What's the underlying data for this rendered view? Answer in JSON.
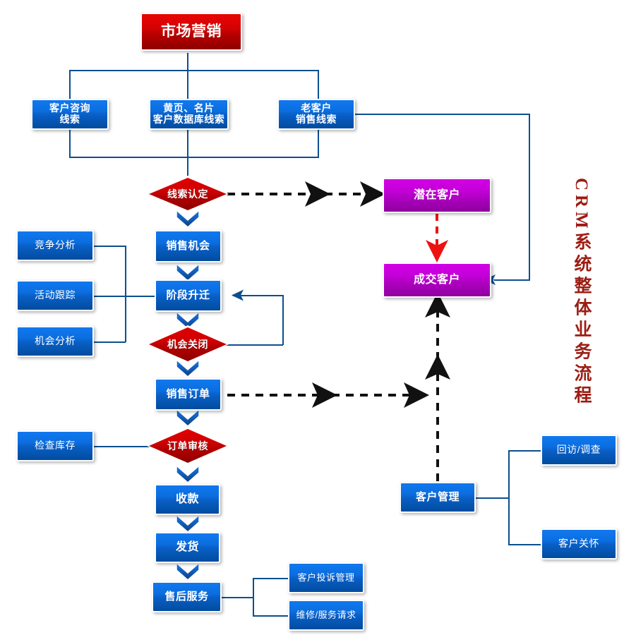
{
  "title": "CRM系统整体业务流程",
  "colors": {
    "blue_top": "#1178ee",
    "blue_bottom": "#004c9e",
    "red_top": "#e90505",
    "red_bottom": "#8e0000",
    "purple_top": "#d400e6",
    "purple_bottom": "#8e009e",
    "line": "#0b4f8f",
    "dashed_black": "#111111",
    "dashed_red": "#ee1111",
    "title_text": "#9b1d13"
  },
  "vertical_title": {
    "latin": "CRM",
    "chinese": "系统整体业务流程",
    "full": "CRM系统整体业务流程"
  },
  "nodes": {
    "marketing": {
      "label": "市场营销",
      "shape": "rect",
      "color": "red"
    },
    "lead_inquiry": {
      "label": "客户咨询\n线索",
      "shape": "rect",
      "color": "blue"
    },
    "lead_database": {
      "label": "黄页、名片\n客户数据库线索",
      "shape": "rect",
      "color": "blue"
    },
    "lead_oldcustomer": {
      "label": "老客户\n销售线索",
      "shape": "rect",
      "color": "blue"
    },
    "lead_qualify": {
      "label": "线索认定",
      "shape": "diamond",
      "color": "red"
    },
    "potential_customer": {
      "label": "潜在客户",
      "shape": "rect",
      "color": "purple"
    },
    "closed_customer": {
      "label": "成交客户",
      "shape": "rect",
      "color": "purple"
    },
    "sales_opportunity": {
      "label": "销售机会",
      "shape": "rect",
      "color": "blue"
    },
    "stage_advance": {
      "label": "阶段升迁",
      "shape": "rect",
      "color": "blue"
    },
    "opportunity_close": {
      "label": "机会关闭",
      "shape": "diamond",
      "color": "red"
    },
    "competitor_analysis": {
      "label": "竞争分析",
      "shape": "rect",
      "color": "blue"
    },
    "activity_tracking": {
      "label": "活动跟踪",
      "shape": "rect",
      "color": "blue"
    },
    "opportunity_analysis": {
      "label": "机会分析",
      "shape": "rect",
      "color": "blue"
    },
    "sales_order": {
      "label": "销售订单",
      "shape": "rect",
      "color": "blue"
    },
    "order_review": {
      "label": "订单审核",
      "shape": "diamond",
      "color": "red"
    },
    "check_inventory": {
      "label": "检查库存",
      "shape": "rect",
      "color": "blue"
    },
    "receive_payment": {
      "label": "收款",
      "shape": "rect",
      "color": "blue"
    },
    "shipping": {
      "label": "发货",
      "shape": "rect",
      "color": "blue"
    },
    "after_sales": {
      "label": "售后服务",
      "shape": "rect",
      "color": "blue"
    },
    "complaint_mgmt": {
      "label": "客户投诉管理",
      "shape": "rect",
      "color": "blue"
    },
    "repair_request": {
      "label": "维修/服务请求",
      "shape": "rect",
      "color": "blue"
    },
    "customer_mgmt": {
      "label": "客户管理",
      "shape": "rect",
      "color": "blue"
    },
    "revisit_survey": {
      "label": "回访/调查",
      "shape": "rect",
      "color": "blue"
    },
    "customer_care": {
      "label": "客户关怀",
      "shape": "rect",
      "color": "blue"
    }
  }
}
